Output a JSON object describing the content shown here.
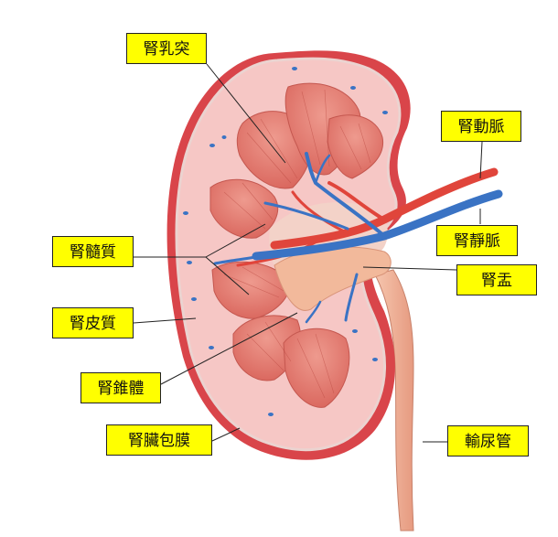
{
  "labels": {
    "papilla": "腎乳突",
    "artery": "腎動脈",
    "medulla": "腎髓質",
    "vein": "腎靜脈",
    "pelvis": "腎盂",
    "cortex": "腎皮質",
    "pyramid": "腎錐體",
    "capsule": "腎臟包膜",
    "ureter": "輸尿管"
  },
  "colors": {
    "label_fill": "#ffff00",
    "capsule": "#d9454a",
    "cortex": "#f6c7c5",
    "medulla": "#e77d72",
    "artery": "#e0453b",
    "vein": "#3a73c4",
    "pelvis": "#f2b99b",
    "ureter": "#f0b295"
  }
}
